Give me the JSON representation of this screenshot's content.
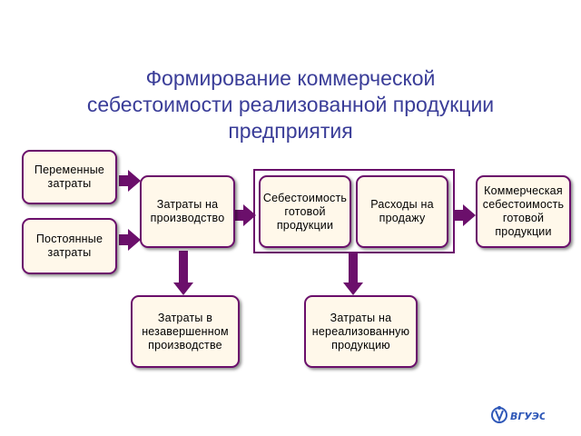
{
  "title": "Формирование коммерческой\nсебестоимости реализованной продукции\nпредприятия",
  "boxes": {
    "variable_costs": "Переменные\nзатраты",
    "fixed_costs": "Постоянные\nзатраты",
    "production_costs": "Затраты на\nпроизводство",
    "cost_of_finished": "Себестоимость\nготовой\nпродукции",
    "selling_expenses": "Расходы на\nпродажу",
    "commercial_cost": "Коммерческая\nсебестоимость\nготовой\nпродукции",
    "work_in_progress": "Затраты в\nнезавершенном\nпроизводстве",
    "unsold_costs": "Затраты на\nнереализованную\nпродукцию"
  },
  "logo_text": "ВГУЭС",
  "colors": {
    "title": "#3a3d98",
    "border": "#6b0f6b",
    "box_fill": "#fff8ea",
    "arrow": "#6b0f6b"
  }
}
